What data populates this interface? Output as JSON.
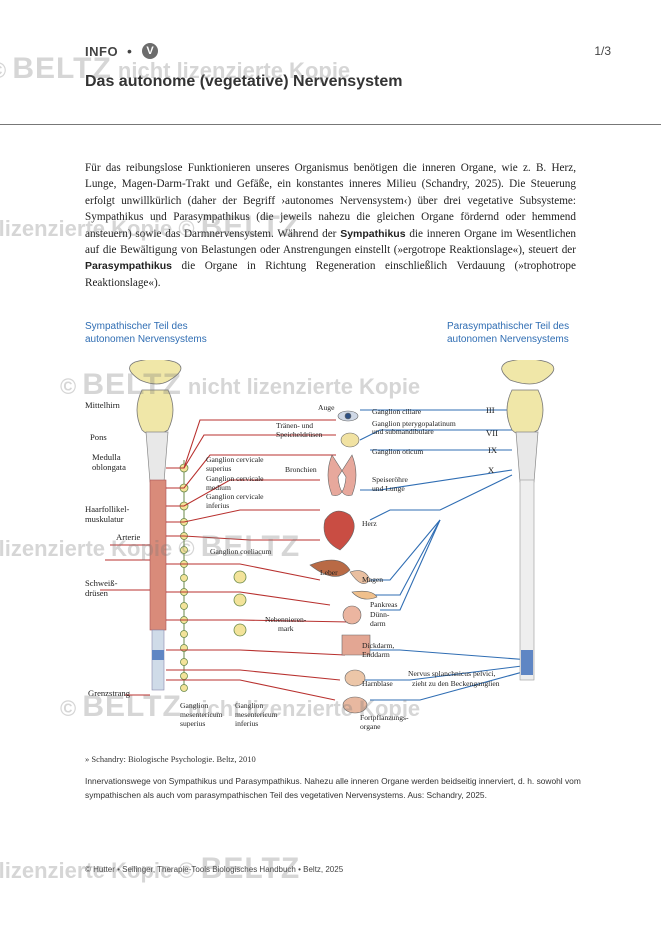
{
  "header": {
    "info_label": "INFO",
    "bullet": "•",
    "badge": "V",
    "page": "1/3",
    "title": "Das autonome (vegetative) Nervensystem"
  },
  "body": {
    "p1": "Für das reibungslose Funktionieren unseres Organismus benötigen die inneren Organe, wie z. B. Herz, Lunge, Magen-Darm-Trakt und Gefäße, ein konstantes inneres Milieu (Schandry, 2025). Die Steuerung erfolgt unwillkürlich (daher der Begriff ›autonomes Nervensystem‹) über drei vegetative Subsysteme: Sympathikus und Parasympathikus (die jeweils nahezu die gleichen Organe fördernd oder hemmend ansteuern) sowie das Darmnervensystem. Während der ",
    "sym": "Sympathikus",
    "p2": " die inneren Organe im Wesentlichen auf die Bewältigung von Belastungen oder Anstrengungen einstellt (»ergotrope Reaktionslage«), steuert der ",
    "para": "Parasympathikus",
    "p3": " die Organe in Richtung Regeneration einschließlich Verdauung (»trophotrope Reaktionslage«)."
  },
  "figure": {
    "left_title_1": "Sympathischer Teil des",
    "left_title_2": "autonomen Nervensystems",
    "right_title_1": "Parasympathischer Teil des",
    "right_title_2": "autonomen Nervensystems",
    "labels": {
      "mittelhirn": "Mittelhirn",
      "pons": "Pons",
      "medulla1": "Medulla",
      "medulla2": "oblongata",
      "haar1": "Haarfollikel-",
      "haar2": "muskulatur",
      "arterie": "Arterie",
      "schweiss1": "Schweiß-",
      "schweiss2": "drüsen",
      "grenzstrang": "Grenzstrang",
      "gcs1": "Ganglion cervicale",
      "gcs2": "superius",
      "gcm1": "Ganglion cervicale",
      "gcm2": "medium",
      "gci1": "Ganglion cervicale",
      "gci2": "inferius",
      "coeliacum": "Ganglion coeliacum",
      "gms1": "Ganglion",
      "gms2": "mesentericum",
      "gms3": "superius",
      "gmi1": "Ganglion",
      "gmi2": "mesentericum",
      "gmi3": "inferius",
      "auge": "Auge",
      "traenen1": "Tränen- und",
      "traenen2": "Speicheldrüsen",
      "bronchien": "Bronchien",
      "herz": "Herz",
      "leber": "Leber",
      "magen": "Magen",
      "pankreas": "Pankreas",
      "duenn1": "Dünn-",
      "duenn2": "darm",
      "nebennieren1": "Nebennieren-",
      "nebennieren2": "mark",
      "dick1": "Dickdarm,",
      "dick2": "Enddarm",
      "harnblase": "Harnblase",
      "fort1": "Fortpflanzungs-",
      "fort2": "organe",
      "g_ciliare": "Ganglion ciliare",
      "g_ptery1": "Ganglion pterygopalatinum",
      "g_ptery2": "und submandibulare",
      "g_oticum": "Ganglion oticum",
      "speise1": "Speiseröhre",
      "speise2": "und Lunge",
      "nerv1": "Nervus splanchnicus pelvici,",
      "nerv2": "zieht zu den Beckenganglien",
      "n3": "III",
      "n7": "VII",
      "n9": "IX",
      "n10": "X"
    }
  },
  "footnote": "» Schandry: Biologische Psychologie. Beltz, 2010",
  "caption": "Innervationswege von Sympathikus und Parasympathikus. Nahezu alle inneren Organe werden beidseitig innerviert, d. h. sowohl vom sympathischen als auch vom parasympathischen Teil des vegetativen Nervensystems. Aus: Schandry, 2025.",
  "copyright": "© Hutter • Seilinger, Therapie-Tools Biologisches Handbuch • Beltz, 2025",
  "watermark": {
    "brand": "BELTZ",
    "text": "nicht lizenzierte Kopie",
    "symbol": "©"
  },
  "colors": {
    "sympathetic": "#b8312f",
    "parasympathetic": "#2f6db3",
    "spine": "#f0e7a8"
  }
}
